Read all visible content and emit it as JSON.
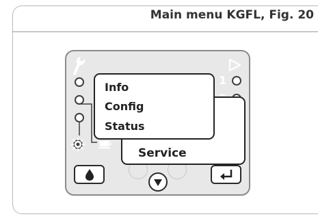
{
  "figure": {
    "title": "Main menu KGFL, Fig. 20"
  },
  "device": {
    "menu": {
      "items": [
        "Info",
        "Config",
        "Status"
      ],
      "submenu_item": "Service"
    },
    "indicator_numbers": [
      "1",
      "2"
    ],
    "icons": {
      "top_left": "wrench-icon",
      "top_right": "play-triangle-icon",
      "bottom_left_a": "gear-icon",
      "bottom_left_b": "cup-icon",
      "key_left": "drop-icon",
      "key_center": "down-arrow-icon",
      "key_right": "enter-icon"
    }
  },
  "colors": {
    "frame": "#b9b9b9",
    "device_fill": "#e8e8e8",
    "device_border": "#8a8a8a",
    "outline": "#222222"
  }
}
